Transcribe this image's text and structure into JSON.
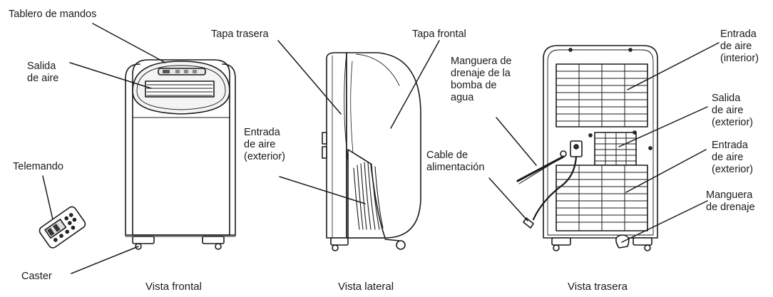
{
  "labels": {
    "tablero": [
      "Tablero de mandos"
    ],
    "salida_frontal": [
      "Salida",
      "de aire"
    ],
    "telemando": [
      "Telemando"
    ],
    "caster": [
      "Caster"
    ],
    "tapa_trasera": [
      "Tapa trasera"
    ],
    "tapa_frontal": [
      "Tapa frontal"
    ],
    "entrada_exterior_lateral": [
      "Entrada",
      "de aire",
      "(exterior)"
    ],
    "manguera_bomba": [
      "Manguera de",
      "drenaje de la",
      "bomba de",
      "agua"
    ],
    "cable": [
      "Cable de",
      "alimentación"
    ],
    "entrada_interior": [
      "Entrada",
      "de aire",
      "(interior)"
    ],
    "salida_exterior": [
      "Salida",
      "de aire",
      "(exterior)"
    ],
    "entrada_exterior_trasera": [
      "Entrada",
      "de aire",
      "(exterior)"
    ],
    "manguera_drenaje": [
      "Manguera",
      "de drenaje"
    ]
  },
  "captions": {
    "frontal": "Vista frontal",
    "lateral": "Vista lateral",
    "trasera": "Vista trasera"
  }
}
